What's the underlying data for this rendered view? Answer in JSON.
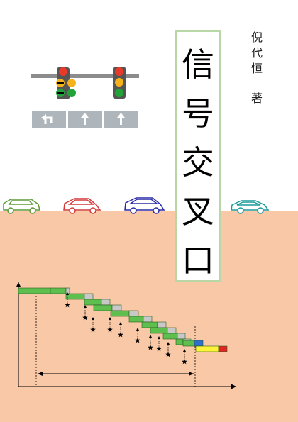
{
  "cover": {
    "title_chars": [
      "信",
      "号",
      "交",
      "叉",
      "口"
    ],
    "author_chars": [
      "倪",
      "代",
      "恒"
    ],
    "author_role": "著"
  },
  "lane_arrows": [
    "left-turn-arrow-icon",
    "straight-arrow-icon",
    "straight-arrow-icon"
  ],
  "colors": {
    "ground": "#f9c9a7",
    "title_border": "#b9d7a6",
    "signal_red": "#e83a2a",
    "signal_amber": "#f6b21a",
    "signal_green": "#22a33a",
    "bar_green": "#5fbf4e",
    "bar_grey": "#c8c8c8",
    "bar_blue": "#2e6fd0",
    "bar_yellow": "#fff23a",
    "bar_red": "#e02424"
  }
}
